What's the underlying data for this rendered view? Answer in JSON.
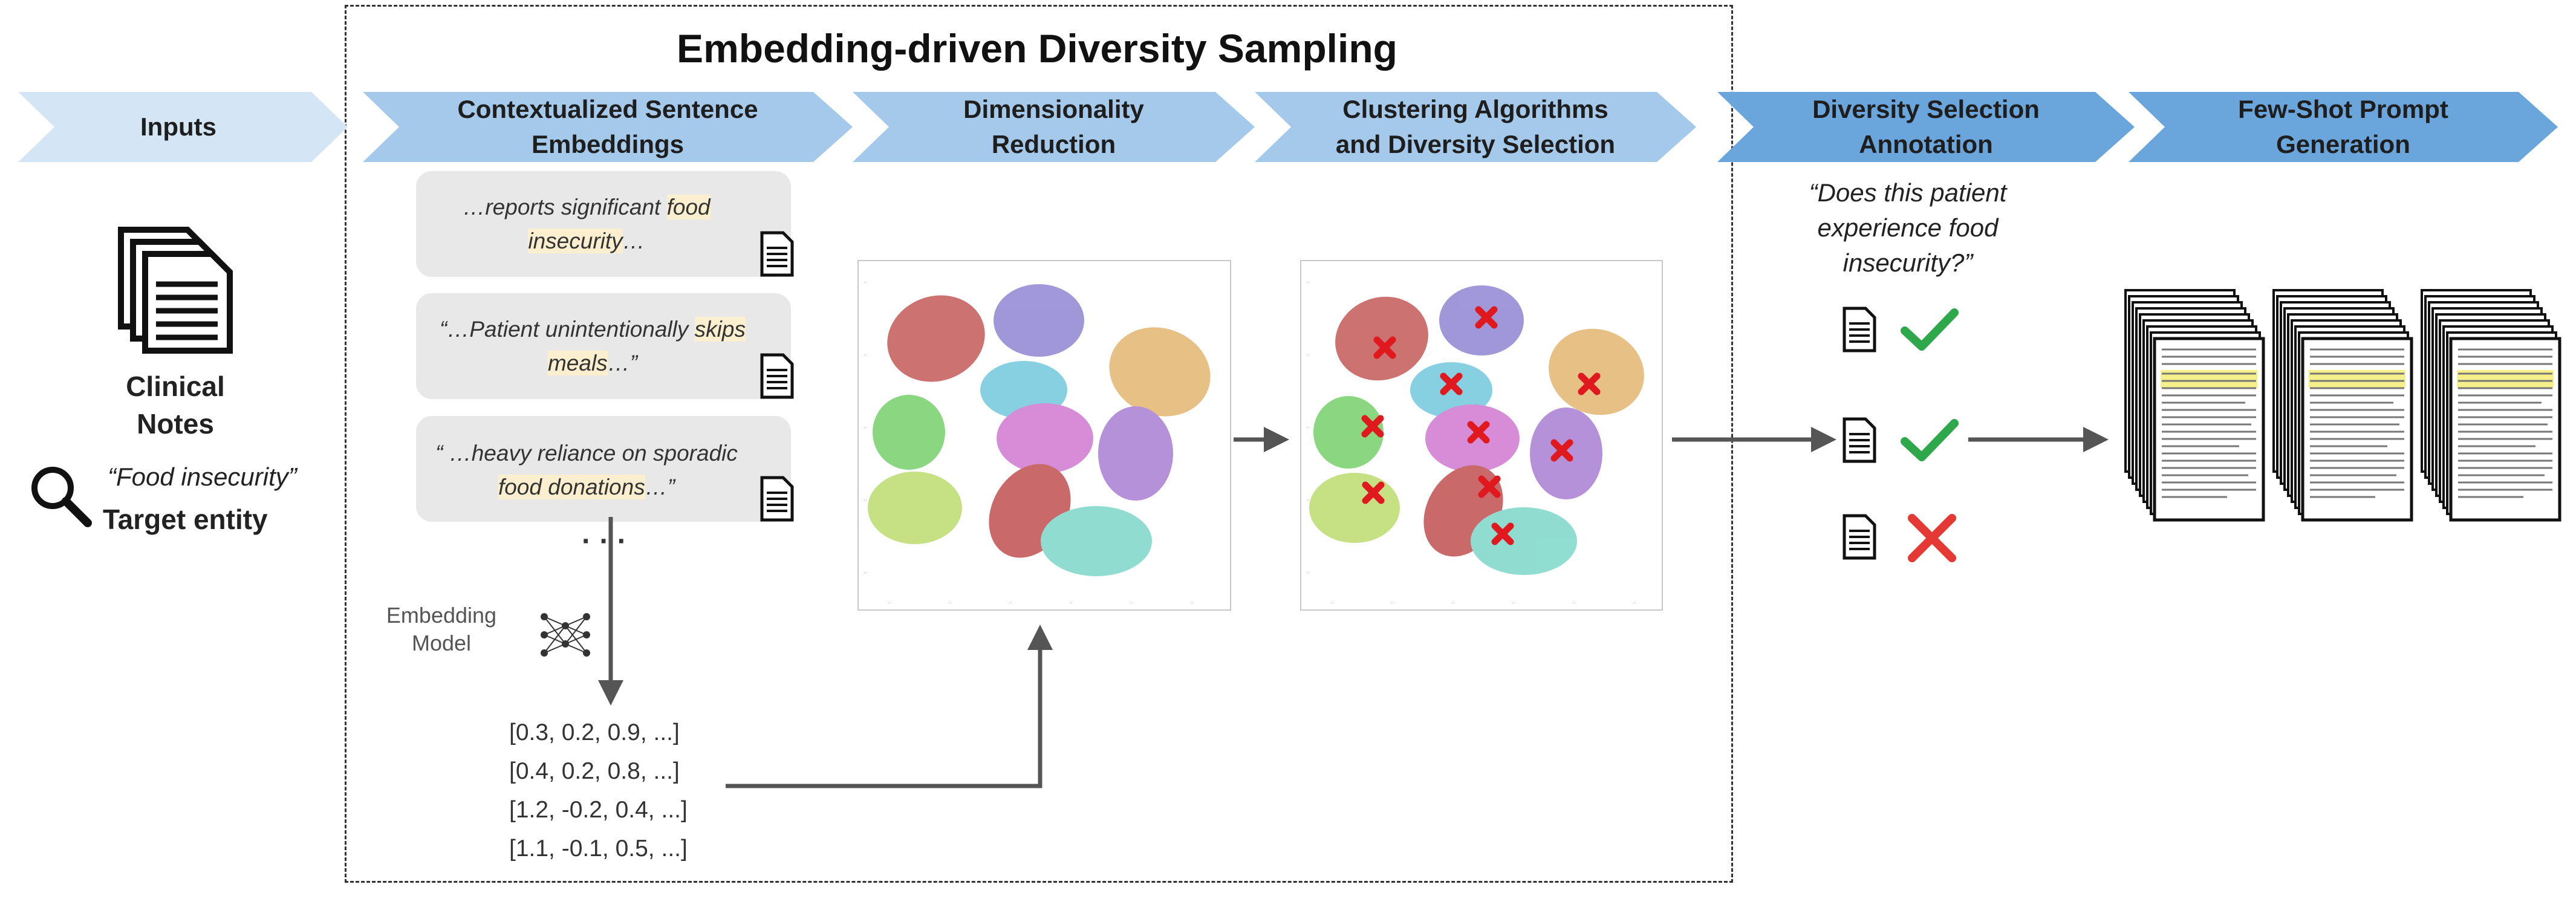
{
  "frame": {
    "title": "Embedding-driven Diversity Sampling"
  },
  "chevrons": [
    {
      "id": "inputs",
      "label": "Inputs"
    },
    {
      "id": "embeddings",
      "label": "Contextualized Sentence\nEmbeddings"
    },
    {
      "id": "dimred",
      "label": "Dimensionality\nReduction"
    },
    {
      "id": "clustering",
      "label": "Clustering Algorithms\nand Diversity Selection"
    },
    {
      "id": "annotation",
      "label": "Diversity Selection\nAnnotation"
    },
    {
      "id": "fewshot",
      "label": "Few-Shot Prompt\nGeneration"
    }
  ],
  "inputs": {
    "notes_label": "Clinical\nNotes",
    "query": "“Food insecurity”",
    "target_label": "Target entity"
  },
  "snippets": [
    {
      "pre": "…reports significant ",
      "hl": "food insecurity",
      "post": "…"
    },
    {
      "pre": "“…Patient unintentionally ",
      "hl": "skips meals",
      "post": "…”"
    },
    {
      "pre": "“ …heavy reliance on sporadic ",
      "hl": "food donations",
      "post": "…”"
    }
  ],
  "ellipsis": "· · ·",
  "embedding_model": {
    "label": "Embedding\nModel"
  },
  "vectors": [
    "[0.3, 0.2, 0.9, ...]",
    "[0.4, 0.2, 0.8, ...]",
    "[1.2, -0.2, 0.4, ...]",
    "[1.1, -0.1, 0.5, ...]"
  ],
  "annotation": {
    "question": "“Does this patient experience food insecurity?”",
    "rows": [
      {
        "mark": "check",
        "color": "#2ea84a"
      },
      {
        "mark": "check",
        "color": "#2ea84a"
      },
      {
        "mark": "cross",
        "color": "#e53935"
      }
    ]
  },
  "colors": {
    "chevron_light": "#d4e6f5",
    "chevron_mid": "#a4c9ea",
    "chevron_dark": "#6aa5dc",
    "highlight": "#fbefcf",
    "cross_red": "#e0191e",
    "check_green": "#2ea84a"
  },
  "clusters": [
    {
      "name": "red",
      "color": "#c45a58"
    },
    {
      "name": "lavender",
      "color": "#8f86d2"
    },
    {
      "name": "orange",
      "color": "#e2b66f"
    },
    {
      "name": "cyan",
      "color": "#72c8dd"
    },
    {
      "name": "green",
      "color": "#77cf6c"
    },
    {
      "name": "magenta",
      "color": "#cf78cf"
    },
    {
      "name": "purple",
      "color": "#a77ed2"
    },
    {
      "name": "yellow-green",
      "color": "#bddb6f"
    },
    {
      "name": "crimson",
      "color": "#c05050"
    },
    {
      "name": "teal",
      "color": "#7dd7c9"
    }
  ],
  "icons": {
    "document": "document-icon",
    "magnifier": "magnifier-icon",
    "network": "neural-network-icon",
    "check": "check-icon",
    "cross": "cross-icon"
  }
}
